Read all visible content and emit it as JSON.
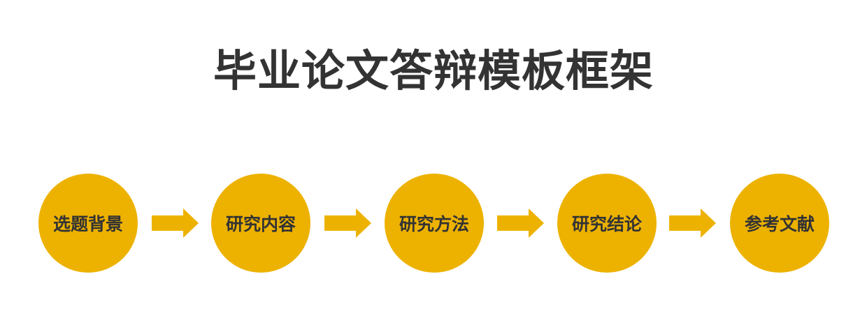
{
  "title": "毕业论文答辩模板框架",
  "colors": {
    "accent": "#EDB200",
    "text": "#333333",
    "background": "#FFFFFF"
  },
  "steps": [
    {
      "label": "选题背景"
    },
    {
      "label": "研究内容"
    },
    {
      "label": "研究方法"
    },
    {
      "label": "研究结论"
    },
    {
      "label": "参考文献"
    }
  ],
  "connectors": {
    "icon": "arrow-right-icon",
    "count": 4
  }
}
